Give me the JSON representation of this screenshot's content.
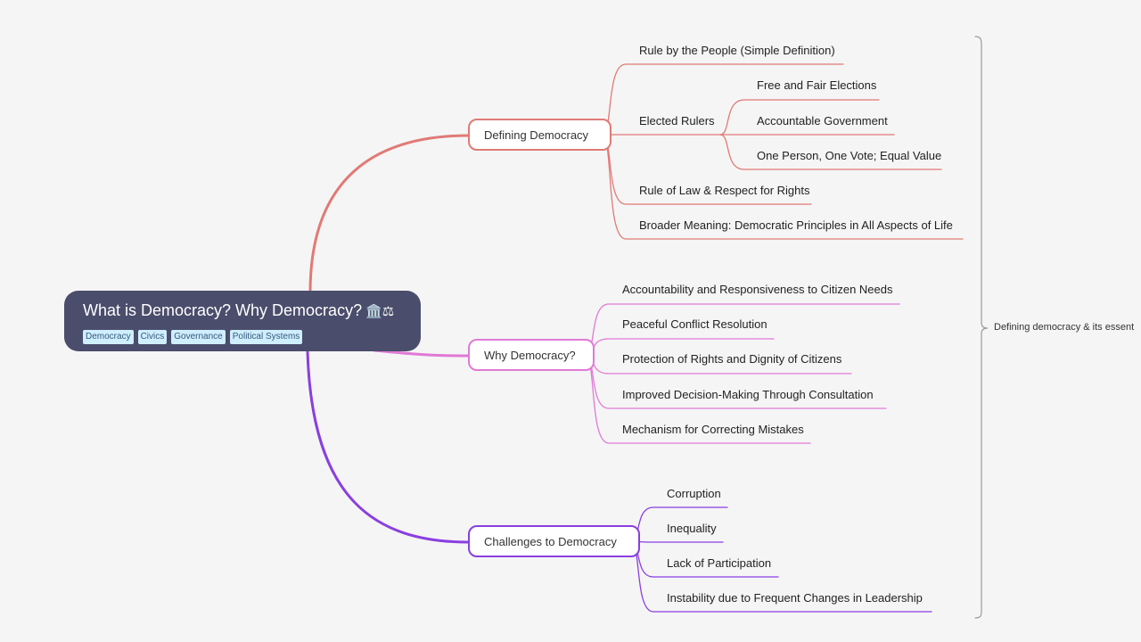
{
  "root": {
    "title": "What is Democracy? Why Democracy?",
    "icons": "🏛️⚖",
    "tags": [
      "Democracy",
      "Civics",
      "Governance",
      "Political Systems"
    ]
  },
  "branches": [
    {
      "label": "Defining Democracy",
      "color": "#e07a76",
      "children": [
        {
          "label": "Rule by the People (Simple Definition)"
        },
        {
          "label": "Elected Rulers",
          "children": [
            {
              "label": "Free and Fair Elections"
            },
            {
              "label": "Accountable Government"
            },
            {
              "label": "One Person, One Vote; Equal Value"
            }
          ]
        },
        {
          "label": "Rule of Law & Respect for Rights"
        },
        {
          "label": "Broader Meaning: Democratic Principles in All Aspects of Life"
        }
      ]
    },
    {
      "label": "Why Democracy?",
      "color": "#e07ad6",
      "children": [
        {
          "label": "Accountability and Responsiveness to Citizen Needs"
        },
        {
          "label": "Peaceful Conflict Resolution"
        },
        {
          "label": "Protection of Rights and Dignity of Citizens"
        },
        {
          "label": "Improved Decision-Making Through Consultation"
        },
        {
          "label": "Mechanism for Correcting Mistakes"
        }
      ]
    },
    {
      "label": "Challenges to Democracy",
      "color": "#8a3fe0",
      "children": [
        {
          "label": "Corruption"
        },
        {
          "label": "Inequality"
        },
        {
          "label": "Lack of Participation"
        },
        {
          "label": "Instability due to Frequent Changes in Leadership"
        }
      ]
    }
  ],
  "summary": {
    "label": "Defining democracy & its essent",
    "color": "#999999"
  }
}
